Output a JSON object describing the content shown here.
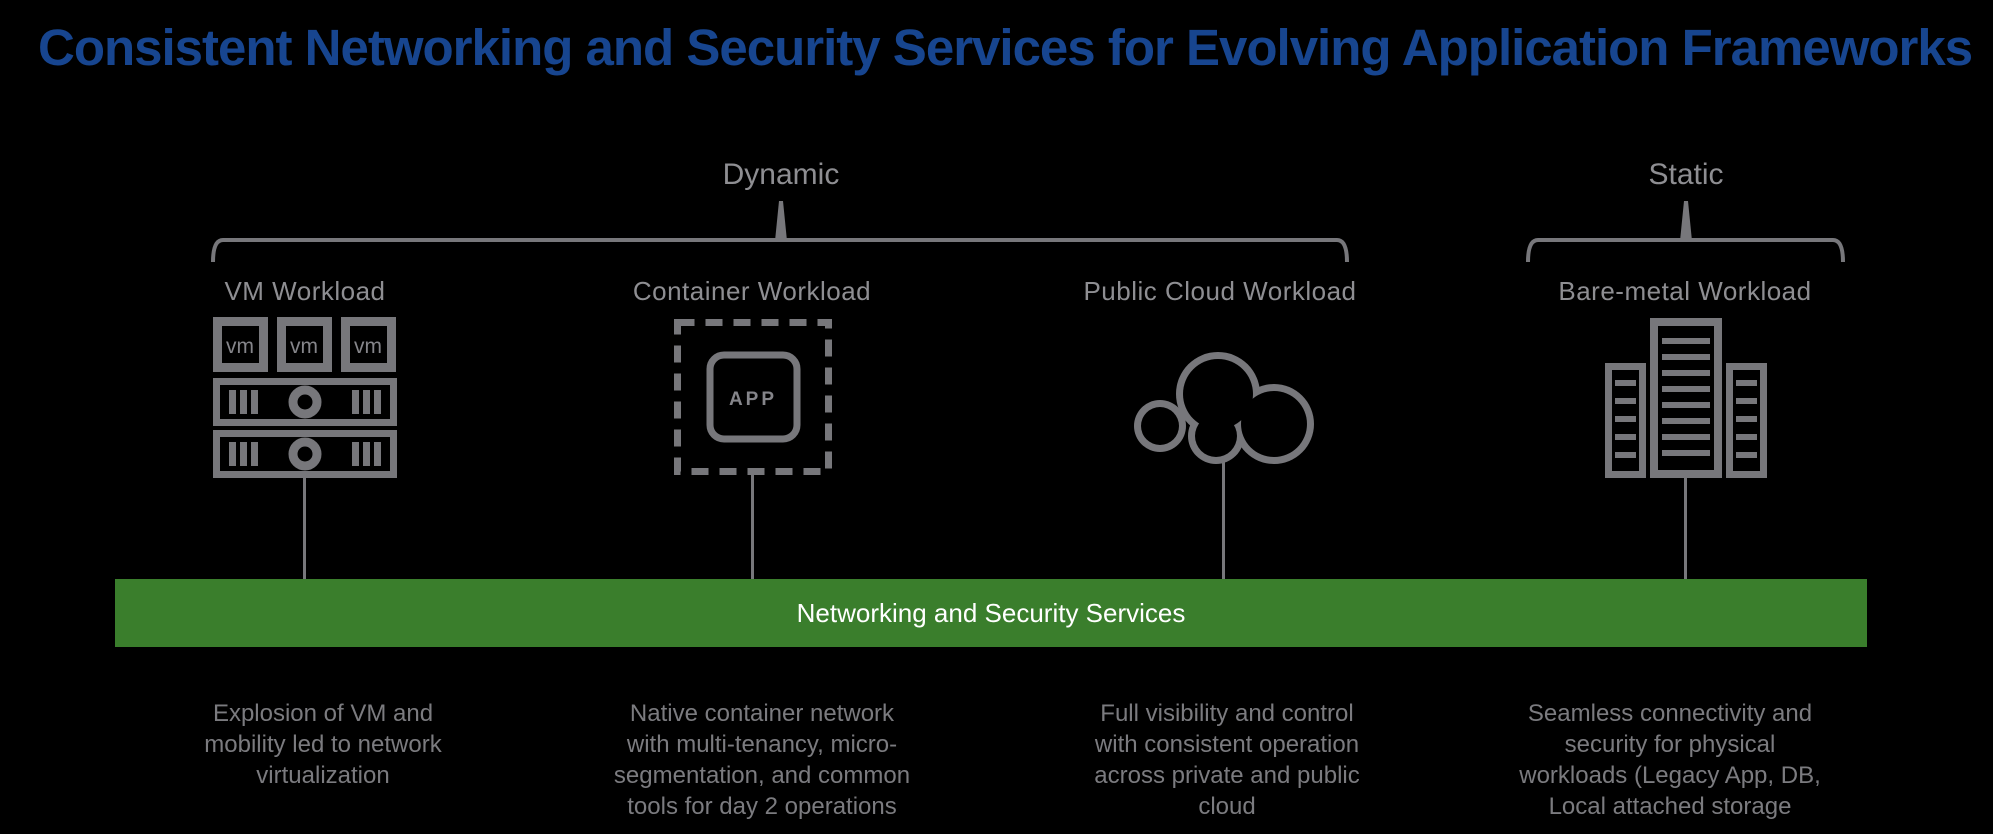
{
  "title": "Consistent Networking and Security Services for Evolving Application Frameworks",
  "brackets": {
    "dynamic": "Dynamic",
    "static": "Static"
  },
  "services_bar": {
    "label": "Networking and Security Services",
    "color": "#3A7E2C"
  },
  "columns": [
    {
      "label": "VM Workload",
      "icon": "vm-servers-icon",
      "description": "Explosion of VM and\nmobility led to network\nvirtualization"
    },
    {
      "label": "Container Workload",
      "icon": "container-app-icon",
      "description": "Native container network\nwith multi-tenancy, micro-\nsegmentation, and common\ntools for day 2 operations"
    },
    {
      "label": "Public Cloud Workload",
      "icon": "cloud-icon",
      "description": "Full visibility and control\nwith consistent operation\nacross private and public\ncloud"
    },
    {
      "label": "Bare-metal Workload",
      "icon": "server-towers-icon",
      "description": "Seamless connectivity and\nsecurity for physical\nworkloads (Legacy App, DB,\nLocal attached storage"
    }
  ],
  "icon_labels": {
    "vm": "vm",
    "app": "APP"
  },
  "colors": {
    "title_blue": "#17458F",
    "bar_green": "#3A7E2C",
    "bar_text": "#FFFFFF",
    "diagram_gray": "#77777B",
    "label_gray": "#8E8E92",
    "description_gray": "#7B7B7F",
    "background": "#000000"
  }
}
